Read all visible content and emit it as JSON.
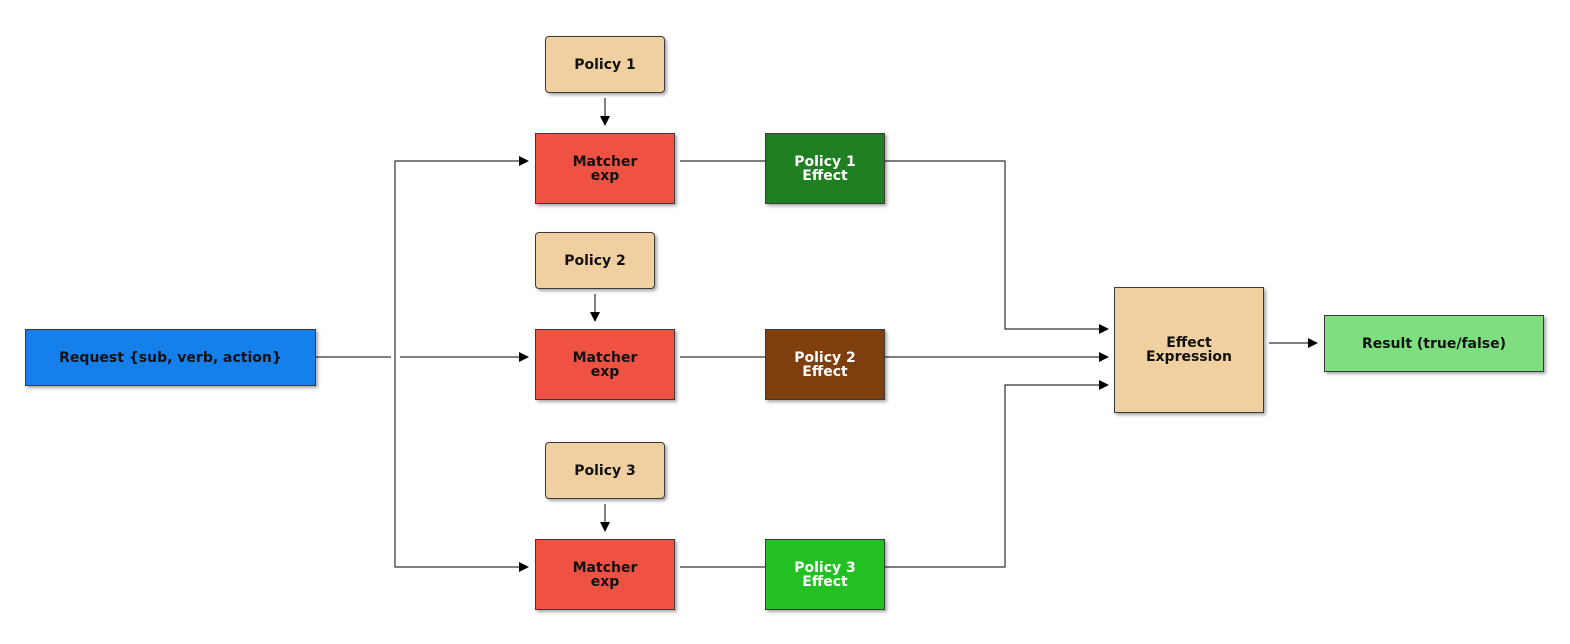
{
  "request": {
    "label": "Request {sub, verb, action}",
    "color": "#1580ec"
  },
  "policies": [
    {
      "label": "Policy 1",
      "color": "#f0d0a0"
    },
    {
      "label": "Policy 2",
      "color": "#f0d0a0"
    },
    {
      "label": "Policy 3",
      "color": "#f0d0a0"
    }
  ],
  "matchers": [
    {
      "label": "Matcher\nexp",
      "color": "#ef5243"
    },
    {
      "label": "Matcher\nexp",
      "color": "#ef5243"
    },
    {
      "label": "Matcher\nexp",
      "color": "#ef5243"
    }
  ],
  "effects": [
    {
      "label": "Policy 1\nEffect",
      "color": "#207f20"
    },
    {
      "label": "Policy 2\nEffect",
      "color": "#7e3e0e"
    },
    {
      "label": "Policy 3\nEffect",
      "color": "#22c022"
    }
  ],
  "effect_expression": {
    "label": "Effect\nExpression",
    "color": "#f0d0a0"
  },
  "result": {
    "label": "Result (true/false)",
    "color": "#7fde80"
  }
}
